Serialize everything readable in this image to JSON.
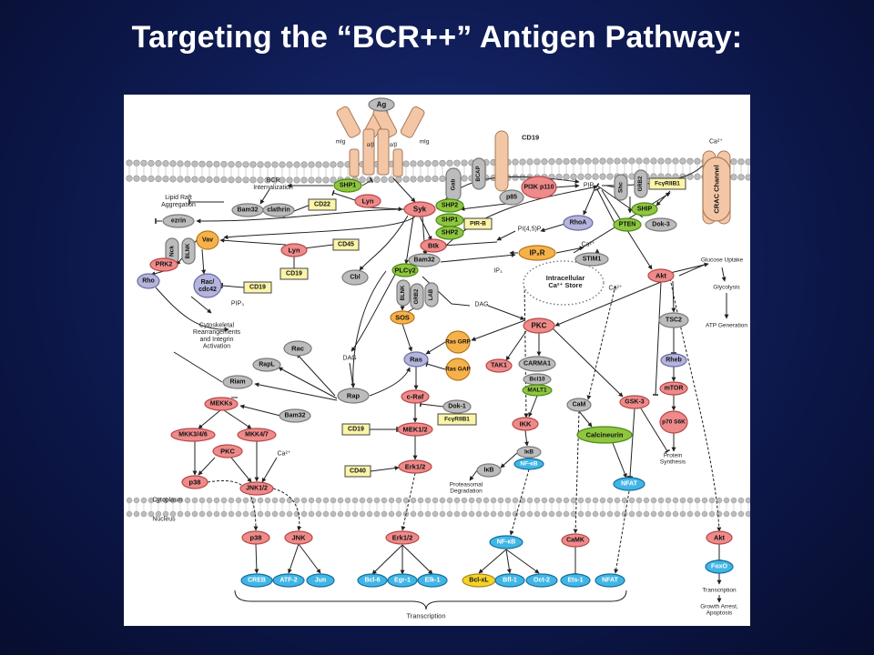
{
  "slide": {
    "title": "Targeting the “BCR++” Antigen Pathway:"
  },
  "palette": {
    "red": "#ee8a8a",
    "red_dark": "#b84848",
    "grey": "#bcbcbc",
    "grey_dark": "#7a7a7a",
    "green": "#8ec640",
    "green_dark": "#4e8a14",
    "blue": "#41b6e6",
    "blue_dark": "#14709c",
    "purple": "#b4b4dc",
    "purple_dark": "#6a6aa4",
    "orange": "#f6b24a",
    "orange_dark": "#b8761a",
    "yellow_box": "#fbf5a8",
    "yellow_oval": "#f6d22a",
    "membrane": "#bdbdbd",
    "receptor": "#f3c7a6",
    "line": "#222222"
  },
  "nodes": {
    "ag": "Ag",
    "cd19_top": "CD19",
    "ca_top": "Ca²⁺",
    "mig_left": "mIg",
    "mig_right": "mIg",
    "ab1": "α/β",
    "ab2": "α/β",
    "crac": "CRAC Channel",
    "gab": "Gab",
    "bcap": "BCAP",
    "p85": "p85",
    "pi3k": "PI3K p110",
    "pip3_top": "PIP₃",
    "shc": "Shc",
    "grb2_top": "GRB2",
    "fcgriib1_top": "FcγRIIB1",
    "ship": "SHIP",
    "pten": "PTEN",
    "dok3": "Dok-3",
    "shp1_a": "SHP1",
    "lyn_a": "Lyn",
    "syk": "Syk",
    "shp2_a": "SHP2",
    "shp1_b": "SHP1",
    "shp2_b": "SHP2",
    "pirb": "PIR-B",
    "cd22": "CD22",
    "bcr_intern": "BCR Internalization",
    "lipid_raft": "Lipid Raft Aggregation",
    "bam32_a": "Bam32",
    "clathrin": "clathrin",
    "ezrin": "ezrin",
    "nck": "Nck",
    "blnk_a": "BLNK",
    "vav": "Vav",
    "prk2": "PRK2",
    "rho": "Rho",
    "raccdc42": "Rac/ cdc42",
    "cd19_mid": "CD19",
    "pip3_mid": "PIP₃",
    "cd45": "CD45",
    "lyn_b": "Lyn",
    "cd19_b": "CD19",
    "cbl": "Cbl",
    "btk": "Btk",
    "rhoa": "RhoA",
    "pi45p2": "PI(4,5)P₂",
    "ip3r": "IP₃R",
    "ca_mid": "Ca²⁺",
    "stim1": "STIM1",
    "ca_store": "Intracellular Ca²⁺ Store",
    "ca_store2": "Ca²⁺",
    "ip3": "IP₃",
    "bam32_b": "Bam32",
    "plcg2": "PLCγ2",
    "blnk_b": "BLNK",
    "grb2_b": "GRB2",
    "lab": "LAB",
    "sos": "SOS",
    "dag_a": "DAG",
    "dag_b": "DAG",
    "pkc_main": "PKC",
    "akt": "Akt",
    "glucose": "Glucose Uptake",
    "glycolysis": "Glycolysis",
    "atp": "ATP Generation",
    "tsc2": "TSC2",
    "rheb": "Rheb",
    "mtor": "mTOR",
    "p70s6k": "p70 S6K",
    "protein_syn": "Protein Synthesis",
    "cytoskeletal": "Cytoskeletal Rearrangements and Integrin Activation",
    "rac": "Rac",
    "rapl": "RapL",
    "riam": "Riam",
    "rap": "Rap",
    "ras": "Ras",
    "rasgrp": "Ras GRP",
    "rasgap": "Ras GAP",
    "craf": "c-Raf",
    "dok1": "Dok-1",
    "fcgriib1_mid": "FcγRIIB1",
    "tak1": "TAK1",
    "carma1": "CARMA1",
    "bcl10": "Bcl10",
    "malt1": "MALT1",
    "ikk": "IKK",
    "ikb_a": "IκB",
    "nfkb_a": "NF-κB",
    "ikb_b": "IκB",
    "proteasomal": "Proteasomal Degradation",
    "cam": "CaM",
    "calcineurin": "Calcineurin",
    "gsk3": "GSK-3",
    "nfat_a": "NFAT",
    "mekks": "MEKKs",
    "bam32_c": "Bam32",
    "mkk346": "MKK3/4/6",
    "mkk47": "MKK4/7",
    "pkc_b": "PKC",
    "ca_left": "Ca²⁺",
    "p38_a": "p38",
    "jnk12": "JNK1/2",
    "cd19_c": "CD19",
    "mek12": "MEK1/2",
    "cd40": "CD40",
    "erk12_a": "Erk1/2",
    "cytoplasm": "Cytoplasm",
    "nucleus": "Nucleus",
    "p38_b": "p38",
    "jnk": "JNK",
    "erk12_b": "Erk1/2",
    "nfkb_b": "NF-κB",
    "camk": "CaMK",
    "akt_b": "Akt",
    "foxo": "FoxO",
    "transcription_r": "Transcription",
    "growth_arrest": "Growth Arrest, Apoptosis",
    "creb": "CREB",
    "atf2": "ATF-2",
    "jun": "Jun",
    "bcl6": "Bcl-6",
    "egr1": "Egr-1",
    "elk1": "Elk-1",
    "bclxl": "Bcl-xL",
    "bfl1": "Bfl-1",
    "oct2": "Oct-2",
    "ets1": "Ets-1",
    "nfat_b": "NFAT",
    "transcription_bottom": "Transcription"
  }
}
